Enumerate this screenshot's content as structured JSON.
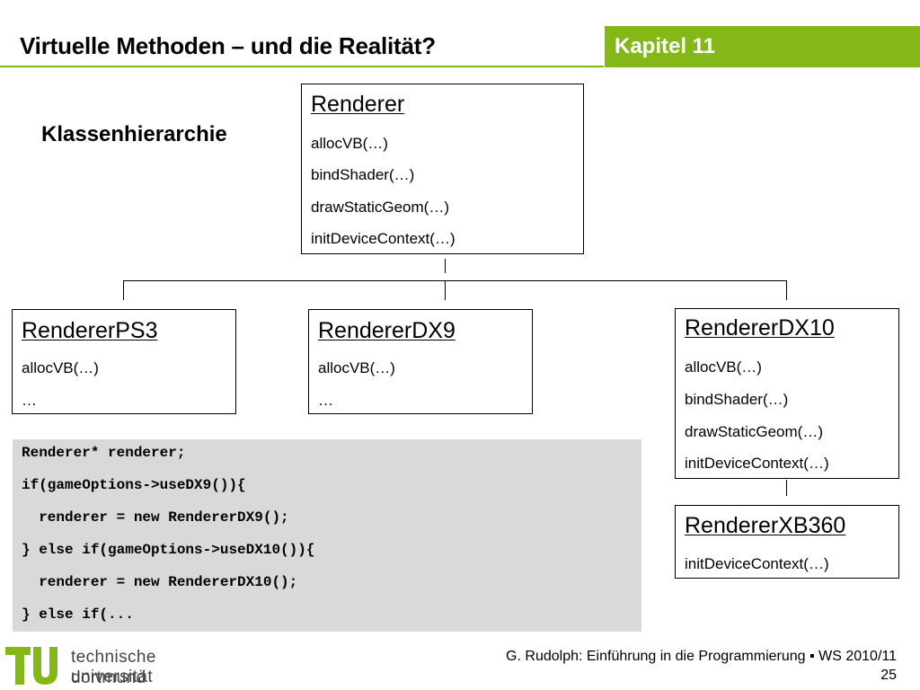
{
  "header": {
    "title": "Virtuelle Methoden – und die Realität?",
    "chapter": "Kapitel 11",
    "accent_color": "#84b818"
  },
  "subtitle": "Klassenhierarchie",
  "diagram": {
    "renderer": {
      "name": "Renderer",
      "methods": [
        "allocVB(…)",
        "bindShader(…)",
        "drawStaticGeom(…)",
        "initDeviceContext(…)"
      ]
    },
    "renderer_ps3": {
      "name": "RendererPS3",
      "methods": [
        "allocVB(…)",
        "…"
      ]
    },
    "renderer_dx9": {
      "name": "RendererDX9",
      "methods": [
        "allocVB(…)",
        "…"
      ]
    },
    "renderer_dx10": {
      "name": "RendererDX10",
      "methods": [
        "allocVB(…)",
        "bindShader(…)",
        "drawStaticGeom(…)",
        "initDeviceContext(…)"
      ]
    },
    "renderer_xb360": {
      "name": "RendererXB360",
      "methods": [
        "initDeviceContext(…)"
      ]
    }
  },
  "code": {
    "lines": [
      "Renderer* renderer;",
      "if(gameOptions->useDX9()){",
      "  renderer = new RendererDX9();",
      "} else if(gameOptions->useDX10()){",
      "  renderer = new RendererDX10();",
      "} else if(..."
    ]
  },
  "footer": {
    "logo_line1": "technische universität",
    "logo_line2": "dortmund",
    "citation": "G. Rudolph: Einführung in die Programmierung ▪ WS 2010/11",
    "page": "25"
  }
}
